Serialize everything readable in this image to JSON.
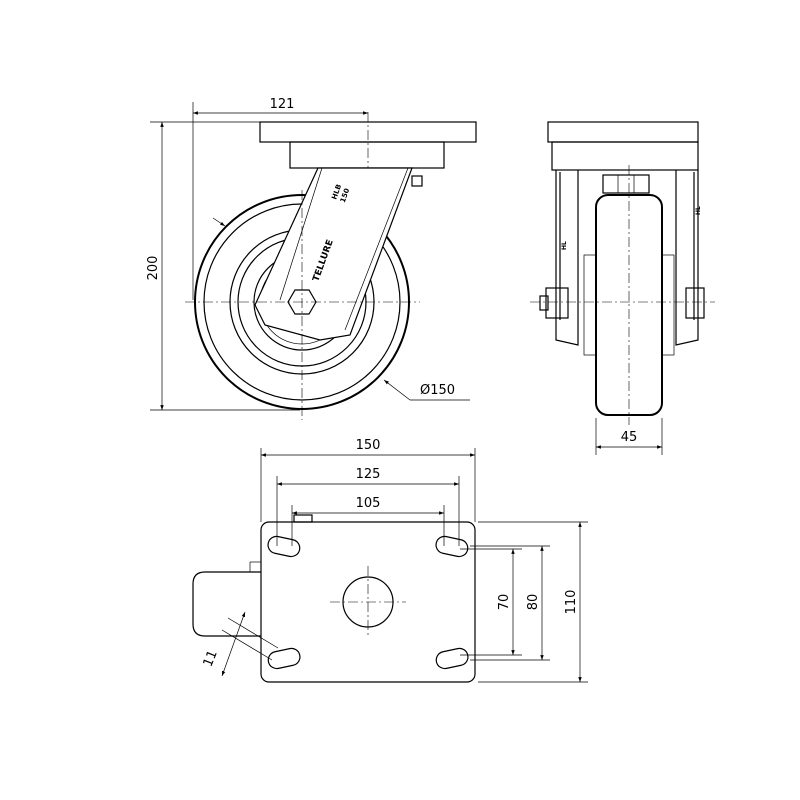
{
  "dimensions": {
    "offset": "121",
    "height": "200",
    "wheel_diameter": "Ø150",
    "wheel_width": "45",
    "plate_length": "150",
    "hole_spacing_outer": "125",
    "hole_spacing_inner": "105",
    "hole_spacing_short_inner": "70",
    "hole_spacing_short_outer": "80",
    "plate_width": "110",
    "slot_width": "11"
  },
  "markings": {
    "fork_label_1": "HLB",
    "fork_label_2": "150",
    "brand": "TELLURE"
  }
}
